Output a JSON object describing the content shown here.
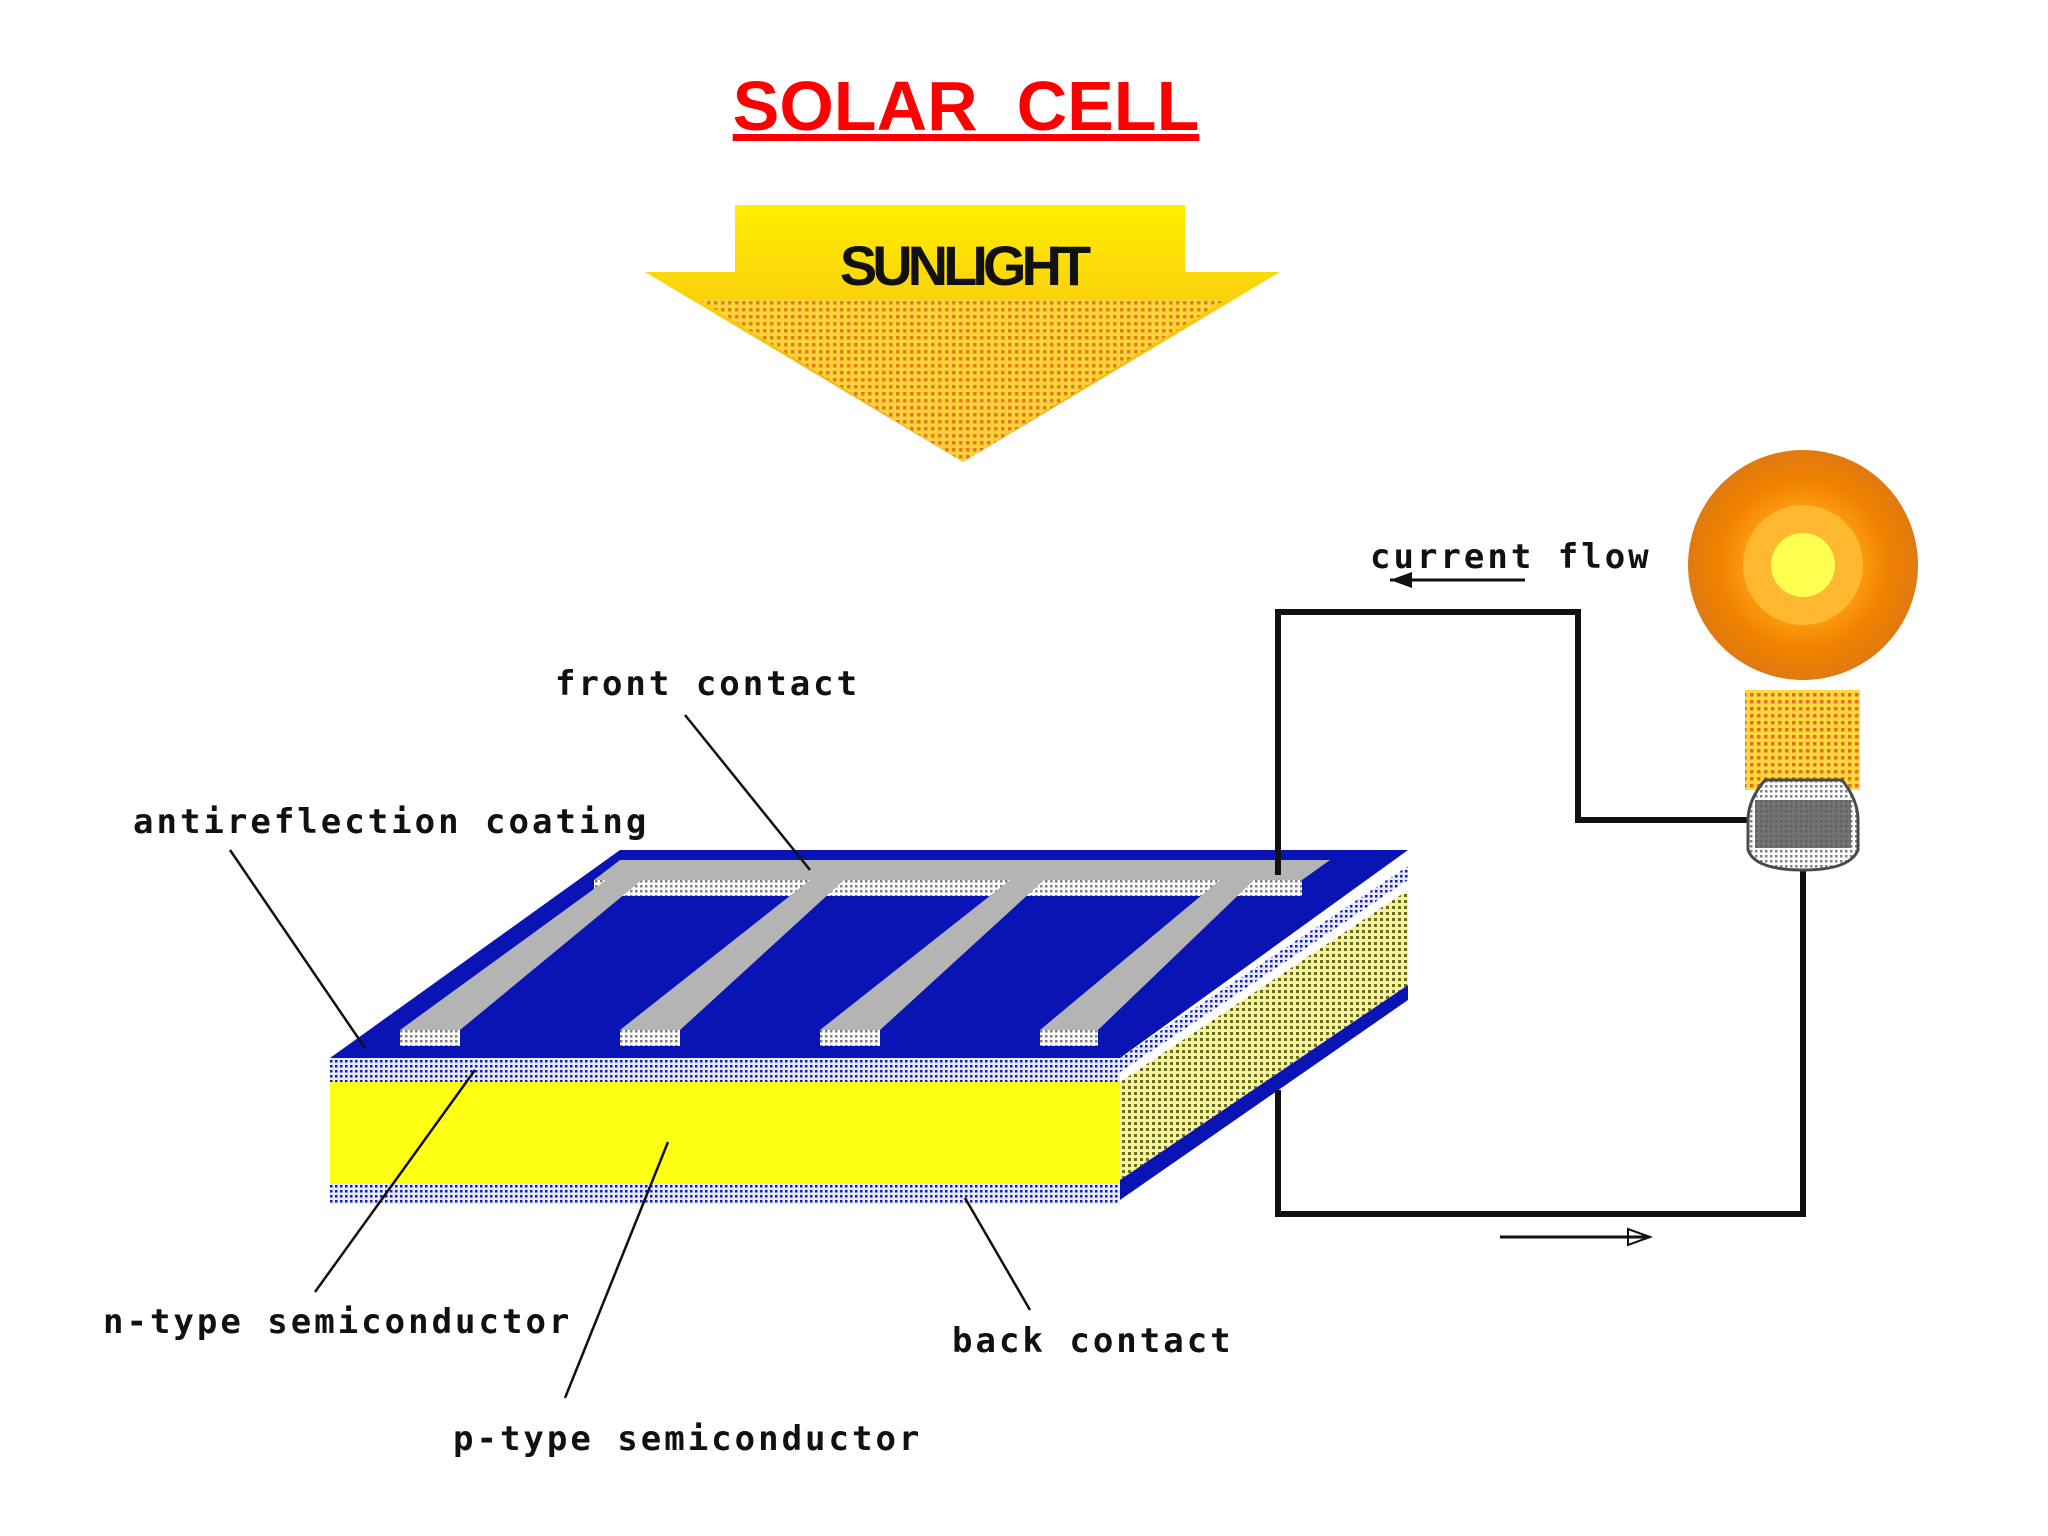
{
  "title": "SOLAR  CELL",
  "sunlight_label": "SUNLIGHT",
  "labels": {
    "front_contact": "front contact",
    "antireflection_coating": "antireflection coating",
    "n_type": "n-type semiconductor",
    "p_type": "p-type semiconductor",
    "back_contact": "back contact",
    "current_flow": "current flow"
  },
  "colors": {
    "title": "#ff0000",
    "sunlight_arrow": "#ffee00",
    "sunlight_arrow_tip": "#f0a020",
    "antireflection_top": "#0a14b4",
    "front_contact": "#b4b4b4",
    "p_type_layer": "#ffff14",
    "bulb_glow": "#ff8c00",
    "bulb_center": "#ffff50",
    "bulb_base": "#5a5a5a",
    "wire": "#111111"
  },
  "icons": {
    "sunlight": "down-arrow",
    "light_bulb": "light-bulb-icon",
    "current_direction": "left-arrow"
  }
}
